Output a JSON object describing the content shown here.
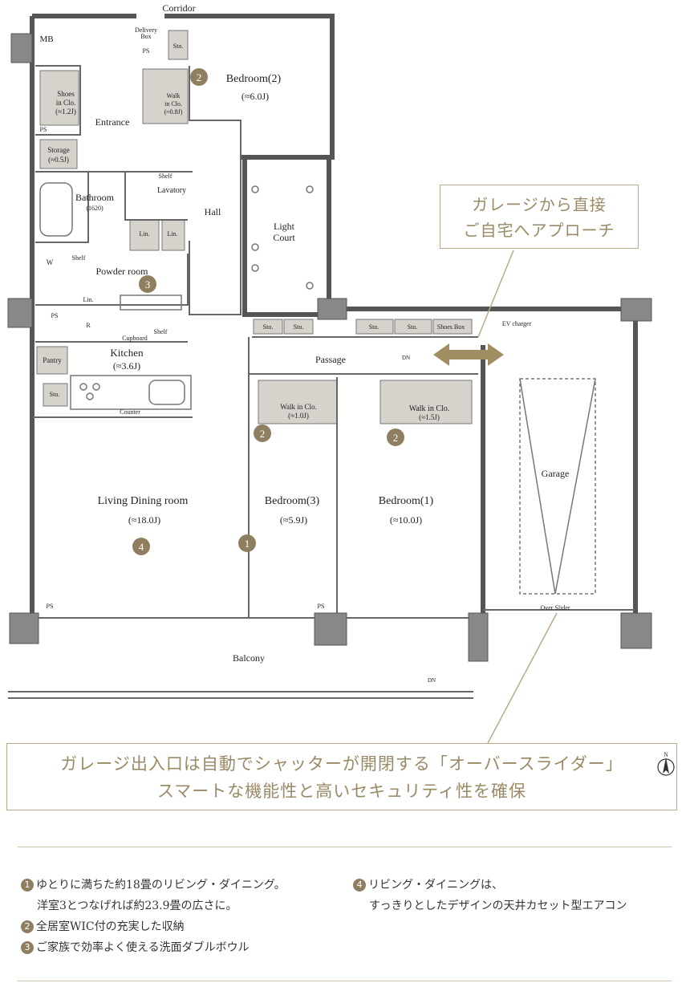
{
  "plan": {
    "rooms": {
      "corridor": "Corridor",
      "mb": "MB",
      "delivery_box": [
        "Delivery",
        "Box"
      ],
      "ps": "PS",
      "sto": "Sto.",
      "bedroom2": "Bedroom(2)",
      "bedroom2_size": "(≈6.0J)",
      "shoes_clo": [
        "Shoes",
        "in Clo.",
        "(≈1.2J)"
      ],
      "walk_in_clo_small": [
        "Walk",
        "in Clo.",
        "(≈0.8J)"
      ],
      "entrance": "Entrance",
      "storage": [
        "Storage",
        "(≈0.5J)"
      ],
      "shelf": "Shelf",
      "lavatory": "Lavatory",
      "bathroom": "Bathroom",
      "bathroom_size": "(1620)",
      "hall": "Hall",
      "light_court": [
        "Light",
        "Court"
      ],
      "lin": "Lin.",
      "w": "W",
      "powder_room": "Powder room",
      "r": "R",
      "cupboard": "Cupboard",
      "pantry": "Pantry",
      "kitchen": "Kitchen",
      "kitchen_size": "(≈3.6J)",
      "counter": "Counter",
      "passage": "Passage",
      "shoes_box": "Shoes Box",
      "ev_charger": "EV charger",
      "dn": "DN",
      "wic_1": [
        "Walk in Clo.",
        "(≈1.0J)"
      ],
      "wic_2": [
        "Walk in Clo.",
        "(≈1.5J)"
      ],
      "garage": "Garage",
      "ldk": "Living Dining room",
      "ldk_size": "(≈18.0J)",
      "bedroom3": "Bedroom(3)",
      "bedroom3_size": "(≈5.9J)",
      "bedroom1": "Bedroom(1)",
      "bedroom1_size": "(≈10.0J)",
      "over_slider": "Over Slider",
      "balcony": "Balcony"
    },
    "markers": [
      "1",
      "2",
      "3",
      "4"
    ],
    "colors": {
      "wall": "#555555",
      "accent": "#8f7f60",
      "storage_fill": "#d6d2cc",
      "callout": "#b9aa8a"
    }
  },
  "callouts": {
    "top": [
      "ガレージから直接",
      "ご自宅へアプローチ"
    ],
    "bottom": [
      "ガレージ出入口は自動でシャッターが開閉する「オーバースライダー」",
      "スマートな機能性と高いセキュリティ性を確保"
    ]
  },
  "notes": [
    {
      "num": "1",
      "lines": [
        "ゆとりに満ちた約18畳のリビング・ダイニング。",
        "洋室3とつなげれば約23.9畳の広さに。"
      ]
    },
    {
      "num": "2",
      "lines": [
        "全居室WIC付の充実した収納"
      ]
    },
    {
      "num": "3",
      "lines": [
        "ご家族で効率よく使える洗面ダブルボウル"
      ]
    },
    {
      "num": "4",
      "lines": [
        "リビング・ダイニングは、",
        "すっきりとしたデザインの天井カセット型エアコン"
      ]
    }
  ],
  "north_label": "N"
}
